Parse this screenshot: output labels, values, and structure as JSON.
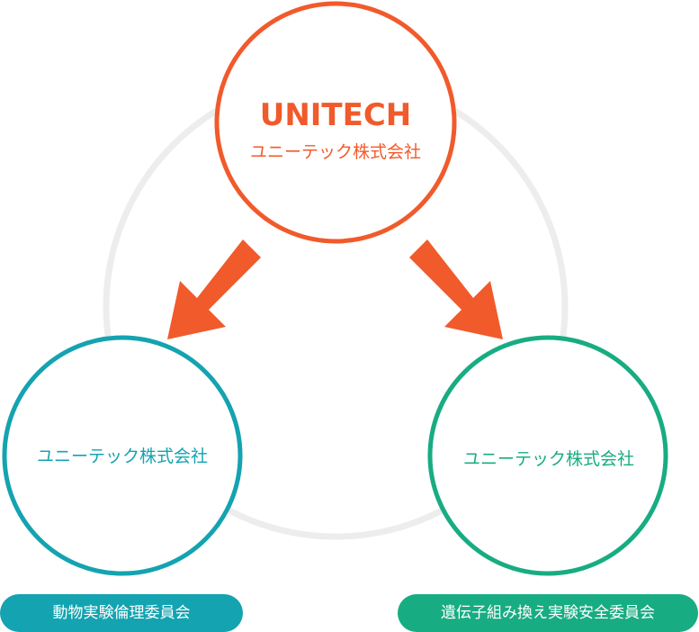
{
  "top_node": {
    "brand": "UNITECH",
    "name": "ユニーテック株式会社",
    "color": "#f15a2b"
  },
  "left_node": {
    "name": "ユニーテック株式会社",
    "color": "#14a3b0",
    "badge": "動物実験倫理委員会"
  },
  "right_node": {
    "name": "ユニーテック株式会社",
    "color": "#18ac82",
    "badge": "遺伝子組み換え実験安全委員会"
  },
  "ring_color": "#ededed",
  "arrow_color": "#f15a2b"
}
